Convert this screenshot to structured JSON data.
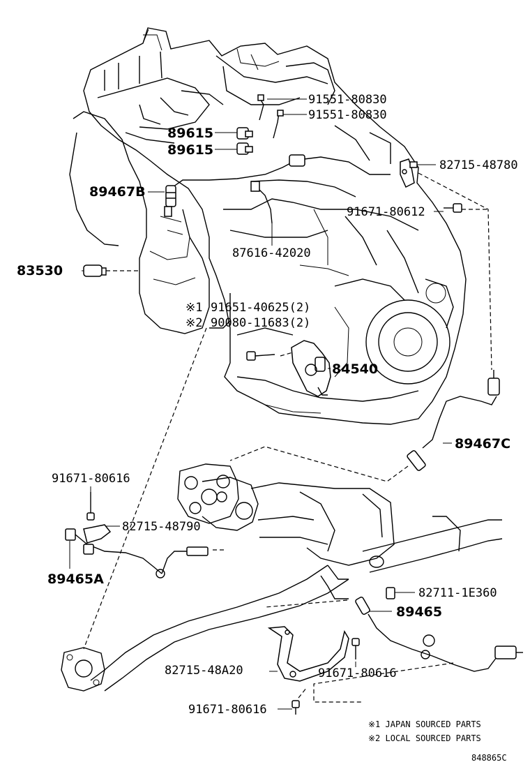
{
  "parts": {
    "p91551_a": "91551-80830",
    "p91551_b": "91551-80830",
    "p89615_a": "89615",
    "p89615_b": "89615",
    "p82715_48780": "82715-48780",
    "p89467B": "89467B",
    "p91671_80612": "91671-80612",
    "p87616": "87616-42020",
    "p83530": "83530",
    "p91651_mark": "※1",
    "p91651": "91651-40625(2)",
    "p90080_mark": "※2",
    "p90080": "90080-11683(2)",
    "p84540": "84540",
    "p89467C": "89467C",
    "p91671_80616_a": "91671-80616",
    "p82715_48790": "82715-48790",
    "p89465A": "89465A",
    "p82711": "82711-1E360",
    "p89465": "89465",
    "p82715_48A20": "82715-48A20",
    "p91671_80616_b": "91671-80616",
    "p91671_80616_c": "91671-80616"
  },
  "notes": {
    "note1": "※1 JAPAN SOURCED PARTS",
    "note2": "※2 LOCAL SOURCED PARTS"
  },
  "figure_code": "848865C"
}
